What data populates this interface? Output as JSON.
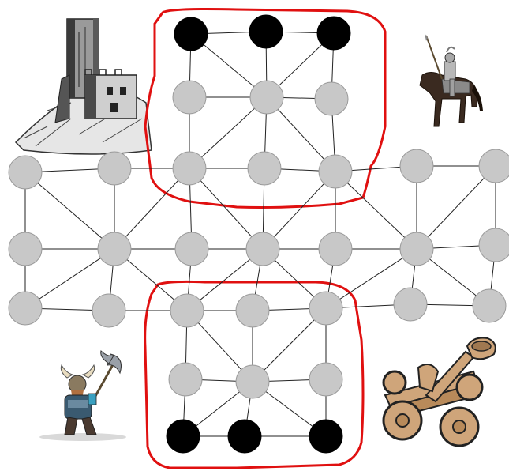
{
  "board": {
    "colors": {
      "background": "#ffffff",
      "empty_node": "#c8c8c8",
      "black_piece": "#000000",
      "edges": "#222222",
      "home_zone_outline": "#e01010"
    },
    "rows": 7,
    "columns": 7,
    "home_zones": [
      "top",
      "bottom"
    ],
    "pieces": [
      {
        "color": "black",
        "row": 0,
        "col": 2
      },
      {
        "color": "black",
        "row": 0,
        "col": 3
      },
      {
        "color": "black",
        "row": 0,
        "col": 4
      },
      {
        "color": "black",
        "row": 6,
        "col": 2
      },
      {
        "color": "black",
        "row": 6,
        "col": 3
      },
      {
        "color": "black",
        "row": 6,
        "col": 4
      }
    ]
  },
  "illustrations": [
    {
      "name": "castle-tower",
      "corner": "top-left"
    },
    {
      "name": "mounted-knight",
      "corner": "top-right"
    },
    {
      "name": "horned-warrior-with-axe",
      "corner": "bottom-left"
    },
    {
      "name": "catapult",
      "corner": "bottom-right"
    }
  ]
}
